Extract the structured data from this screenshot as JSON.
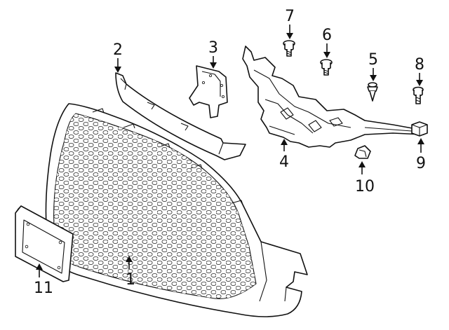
{
  "diagram": {
    "callouts": [
      {
        "id": "callout-1",
        "label": "1",
        "part": "grille-panel"
      },
      {
        "id": "callout-2",
        "label": "2",
        "part": "upper-molding"
      },
      {
        "id": "callout-3",
        "label": "3",
        "part": "bracket"
      },
      {
        "id": "callout-4",
        "label": "4",
        "part": "reinforcement"
      },
      {
        "id": "callout-5",
        "label": "5",
        "part": "push-clip"
      },
      {
        "id": "callout-6",
        "label": "6",
        "part": "bolt"
      },
      {
        "id": "callout-7",
        "label": "7",
        "part": "bolt"
      },
      {
        "id": "callout-8",
        "label": "8",
        "part": "screw"
      },
      {
        "id": "callout-9",
        "label": "9",
        "part": "nut"
      },
      {
        "id": "callout-10",
        "label": "10",
        "part": "retainer-clip"
      },
      {
        "id": "callout-11",
        "label": "11",
        "part": "license-bracket"
      }
    ],
    "colors": {
      "line": "#111111",
      "background": "#ffffff"
    }
  }
}
